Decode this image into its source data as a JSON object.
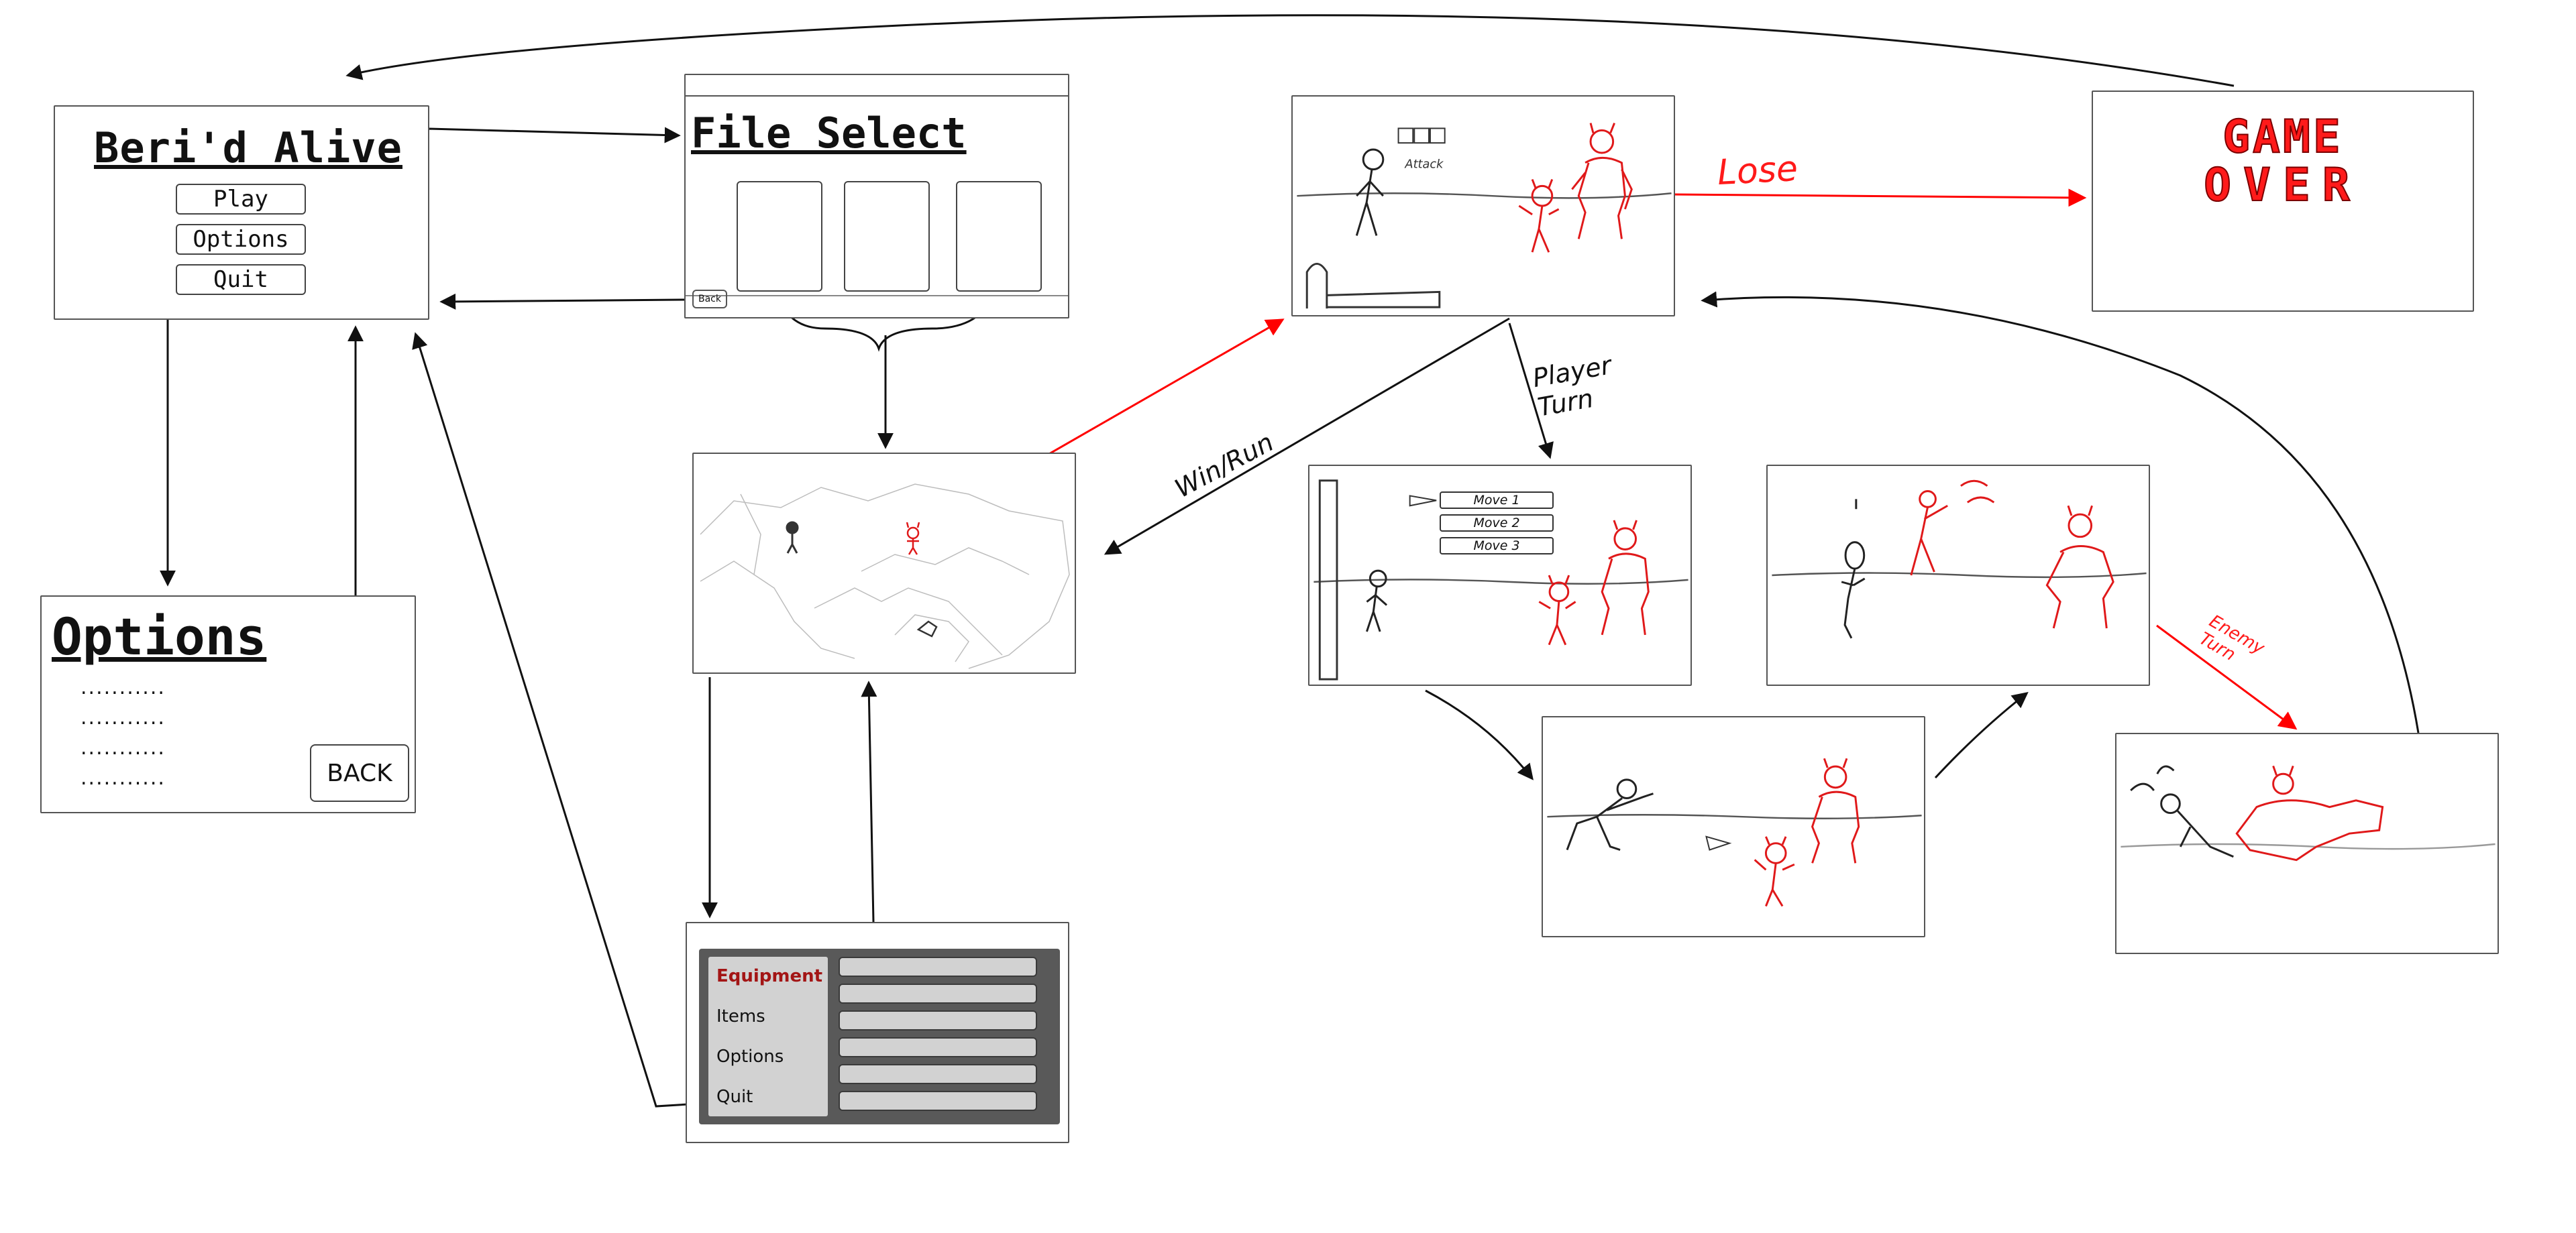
{
  "title_screen": {
    "title": "Beri'd Alive",
    "play": "Play",
    "options": "Options",
    "quit": "Quit"
  },
  "file_select": {
    "title": "File Select",
    "back": "Back"
  },
  "options_screen": {
    "title": "Options",
    "placeholder_lines": [
      "...........",
      "...........",
      "...........",
      "..........."
    ],
    "back": "BACK"
  },
  "pause_menu": {
    "items": [
      "Equipment",
      "Items",
      "Options",
      "Quit"
    ],
    "highlight_color": "#a31515"
  },
  "battle": {
    "status_label": "Attack",
    "moves": [
      "Move 1",
      "Move 2",
      "Move 3"
    ]
  },
  "game_over": {
    "line1": "GAME",
    "line2": "OVER"
  },
  "flow_labels": {
    "lose": "Lose",
    "player_turn": "Player\nTurn",
    "win_run": "Win/Run",
    "enemy_turn": "Enemy\nTurn"
  },
  "colors": {
    "enemy": "#e0191a",
    "flow": "#111111",
    "danger": "#ff0000"
  }
}
